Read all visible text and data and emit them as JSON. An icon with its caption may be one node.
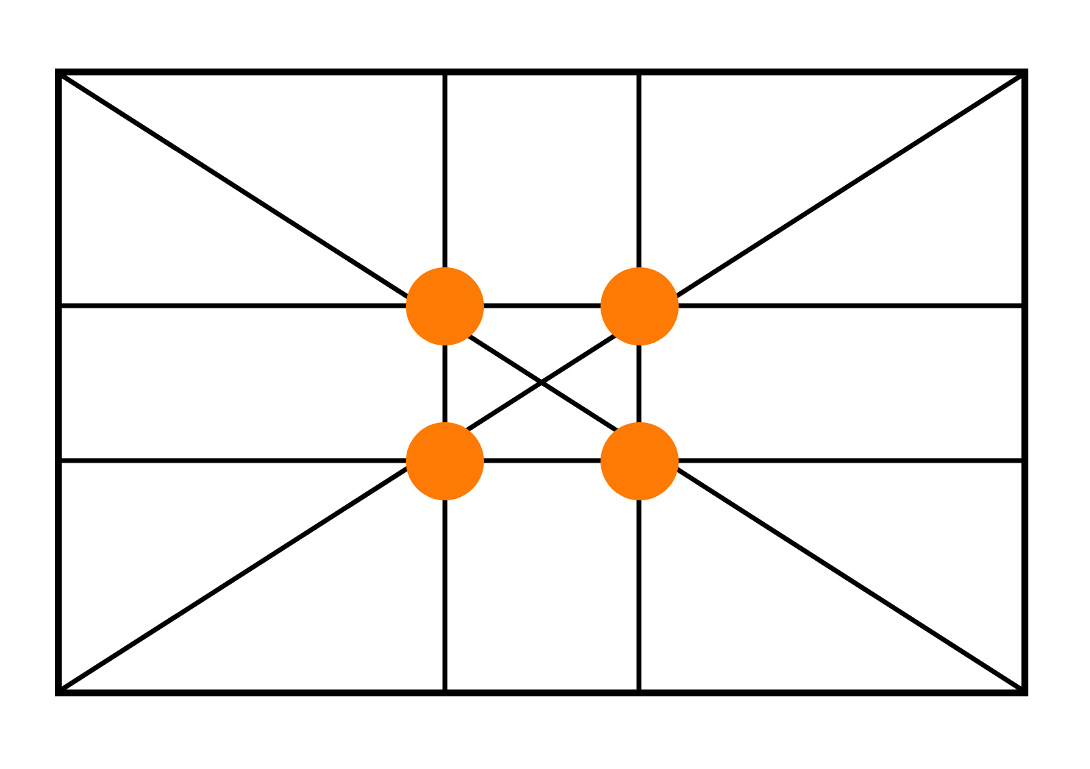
{
  "diagram": {
    "nodes": [
      {
        "text": [],
        "shape": "box"
      },
      {
        "text": [],
        "shape": "circle",
        "in": 0
      },
      {
        "text": [],
        "shape": "circle",
        "in": 0
      },
      {
        "text": [],
        "shape": "circle",
        "in": 0
      },
      {
        "text": [],
        "shape": "circle",
        "in": 0
      }
    ]
  }
}
